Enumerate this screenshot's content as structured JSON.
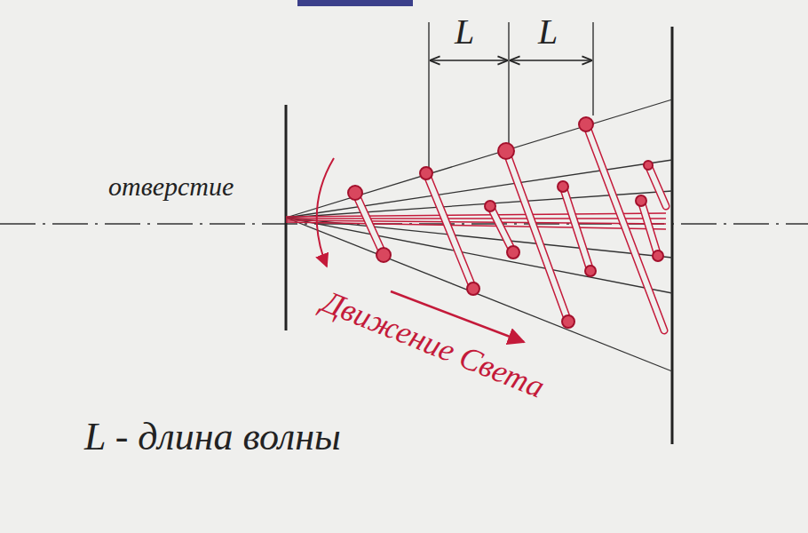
{
  "diagram": {
    "labels": [
      "L",
      "L",
      "отверстие",
      "Движение Света",
      "L - длина волны"
    ]
  }
}
